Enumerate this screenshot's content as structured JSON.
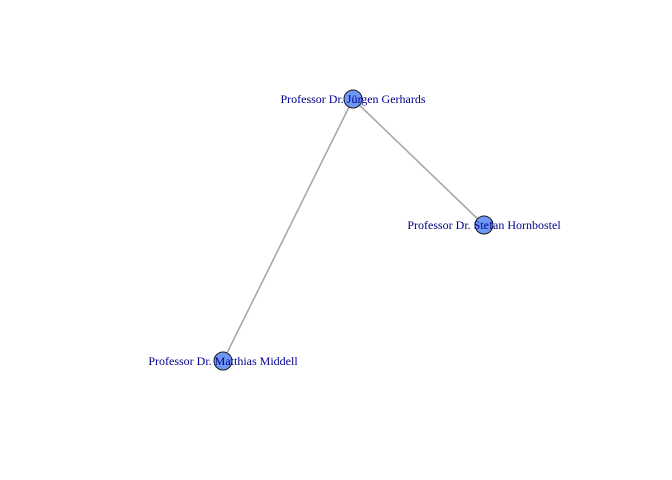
{
  "graph": {
    "colors": {
      "node_fill": "#6f98f5",
      "node_stroke": "#1a1a1a",
      "edge": "#a8a8a8",
      "label": "#00008b",
      "background": "#ffffff"
    },
    "nodes": [
      {
        "id": "gerhards",
        "label": "Professor Dr. Jürgen  Gerhards"
      },
      {
        "id": "hornbostel",
        "label": "Professor Dr. Stefan  Hornbostel"
      },
      {
        "id": "middell",
        "label": "Professor Dr. Matthias  Middell"
      }
    ],
    "edges": [
      {
        "source": "gerhards",
        "target": "hornbostel"
      },
      {
        "source": "gerhards",
        "target": "middell"
      }
    ]
  }
}
